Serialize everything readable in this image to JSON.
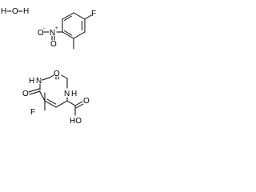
{
  "water": {
    "h_left": "H",
    "o": "O",
    "h_right": "H"
  },
  "nitrotoluene": {
    "fluorine": "F",
    "nitro_n": "N",
    "nitro_n_charge": "+",
    "nitro_o_minus": "O",
    "nitro_o_minus_charge": "-",
    "nitro_o_double": "O"
  },
  "uracil": {
    "n1_h": "H",
    "n1_n": "N",
    "o_c2": "O",
    "n3_h": "H",
    "n3_n": "N",
    "o_c6": "O",
    "fluorine": "F",
    "acid_o_double": "O",
    "acid_oh": "HO"
  }
}
